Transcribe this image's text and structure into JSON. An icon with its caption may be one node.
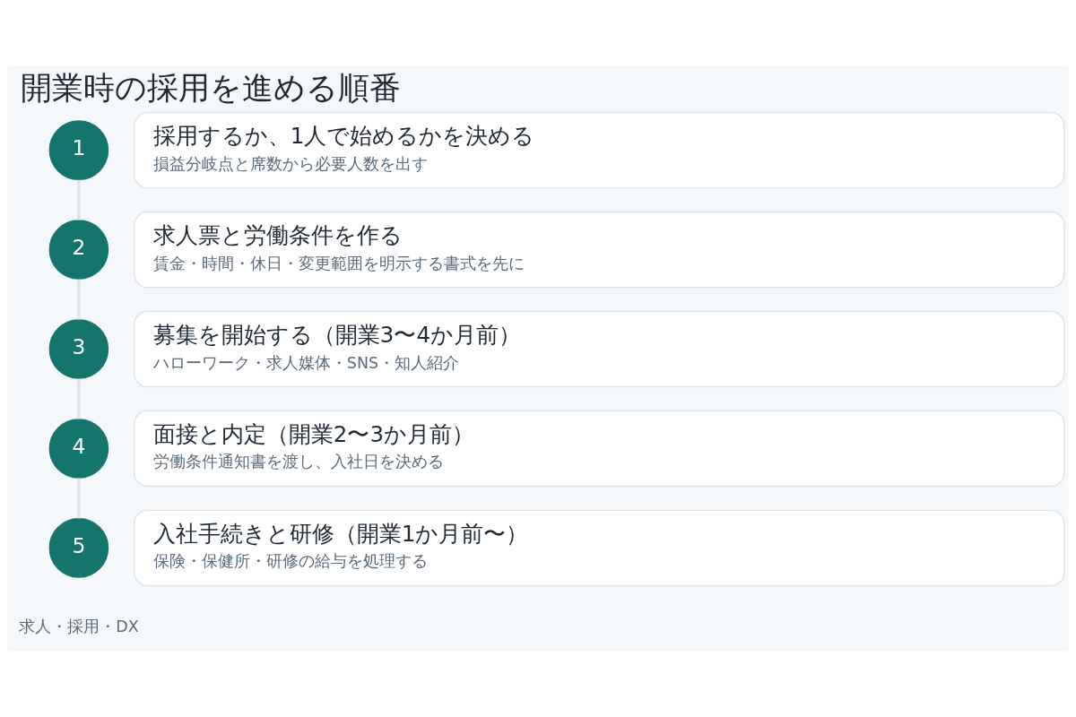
{
  "diagram": {
    "title": "開業時の採用を進める順番",
    "nodes": [
      {
        "text": [
          "1"
        ]
      },
      {
        "text": [
          "採用するか、1人で始めるかを決める",
          "損益分岐点と席数から必要人数を出す"
        ]
      },
      {
        "text": [
          "2"
        ]
      },
      {
        "text": [
          "求人票と労働条件を作る",
          "賃金・時間・休日・変更範囲を明示する書式を先に"
        ]
      },
      {
        "text": [
          "3"
        ]
      },
      {
        "text": [
          "募集を開始する（開業3〜4か月前）",
          "ハローワーク・求人媒体・SNS・知人紹介"
        ]
      },
      {
        "text": [
          "4"
        ]
      },
      {
        "text": [
          "面接と内定（開業2〜3か月前）",
          "労働条件通知書を渡し、入社日を決める"
        ]
      },
      {
        "text": [
          "5"
        ]
      },
      {
        "text": [
          "入社手続きと研修（開業1か月前〜）",
          "保険・保健所・研修の給与を処理する"
        ]
      }
    ],
    "edges": [
      {
        "from": 0,
        "to": 2,
        "arrow": "none"
      },
      {
        "from": 2,
        "to": 4,
        "arrow": "none"
      },
      {
        "from": 4,
        "to": 6,
        "arrow": "none"
      },
      {
        "from": 6,
        "to": 8,
        "arrow": "none"
      }
    ],
    "labels": [
      "求人・採用・DX"
    ]
  }
}
